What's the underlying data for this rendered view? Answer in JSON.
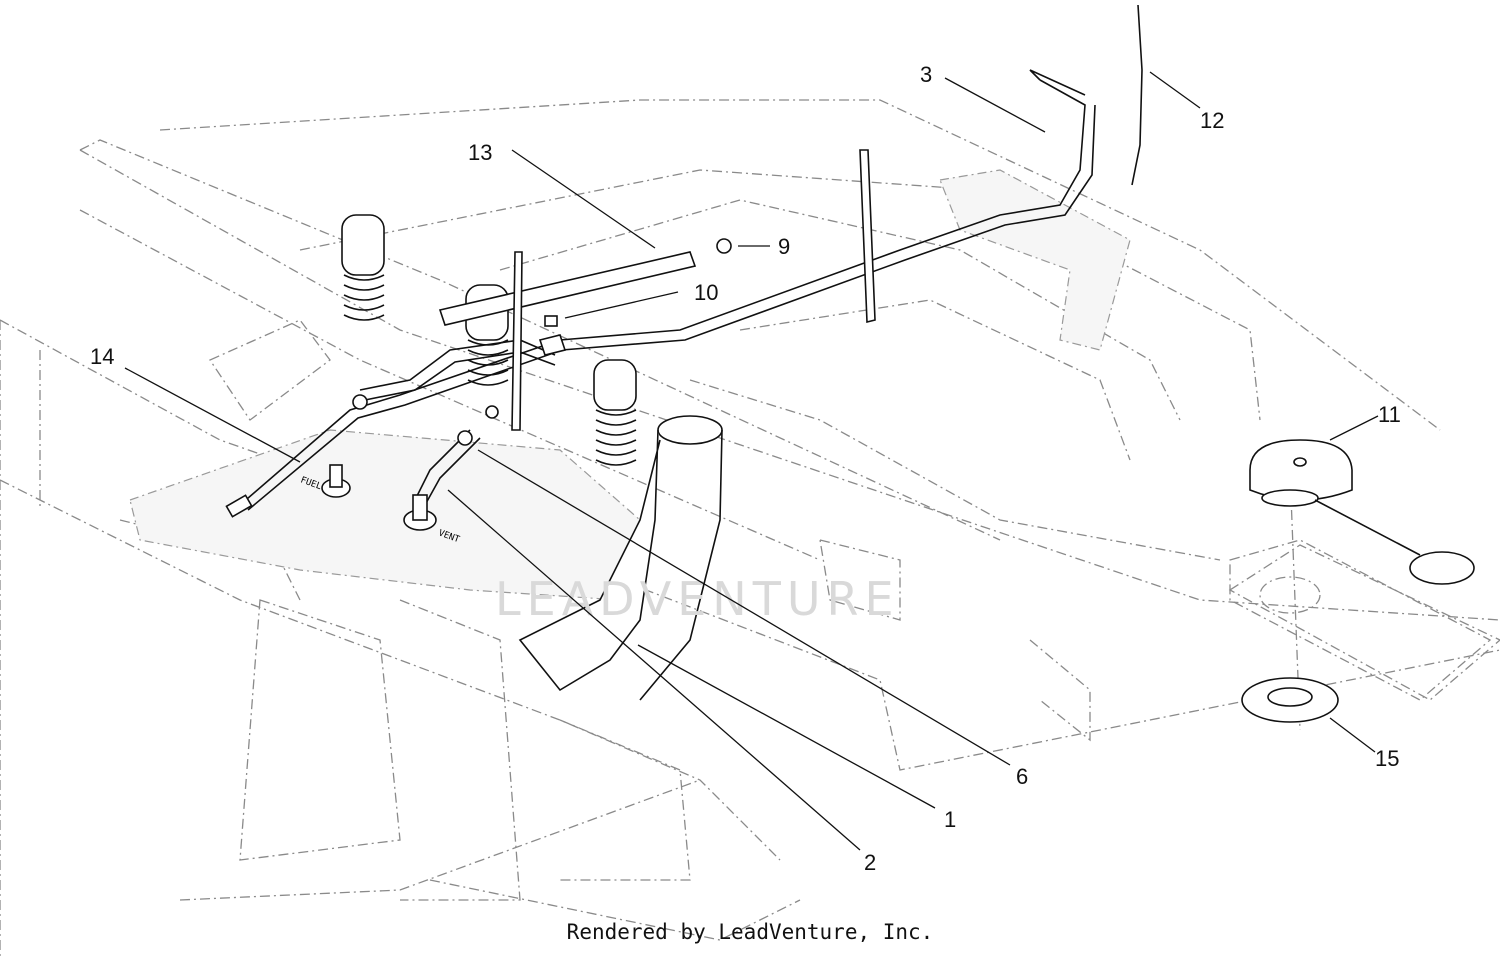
{
  "callouts": {
    "c1": "1",
    "c2": "2",
    "c3": "3",
    "c6": "6",
    "c9": "9",
    "c10": "10",
    "c11": "11",
    "c12": "12",
    "c13": "13",
    "c14": "14",
    "c15": "15"
  },
  "labels": {
    "fuel": "FUEL",
    "vent": "VENT"
  },
  "watermark": "LEADVENTURE",
  "credit": "Rendered by LeadVenture, Inc."
}
